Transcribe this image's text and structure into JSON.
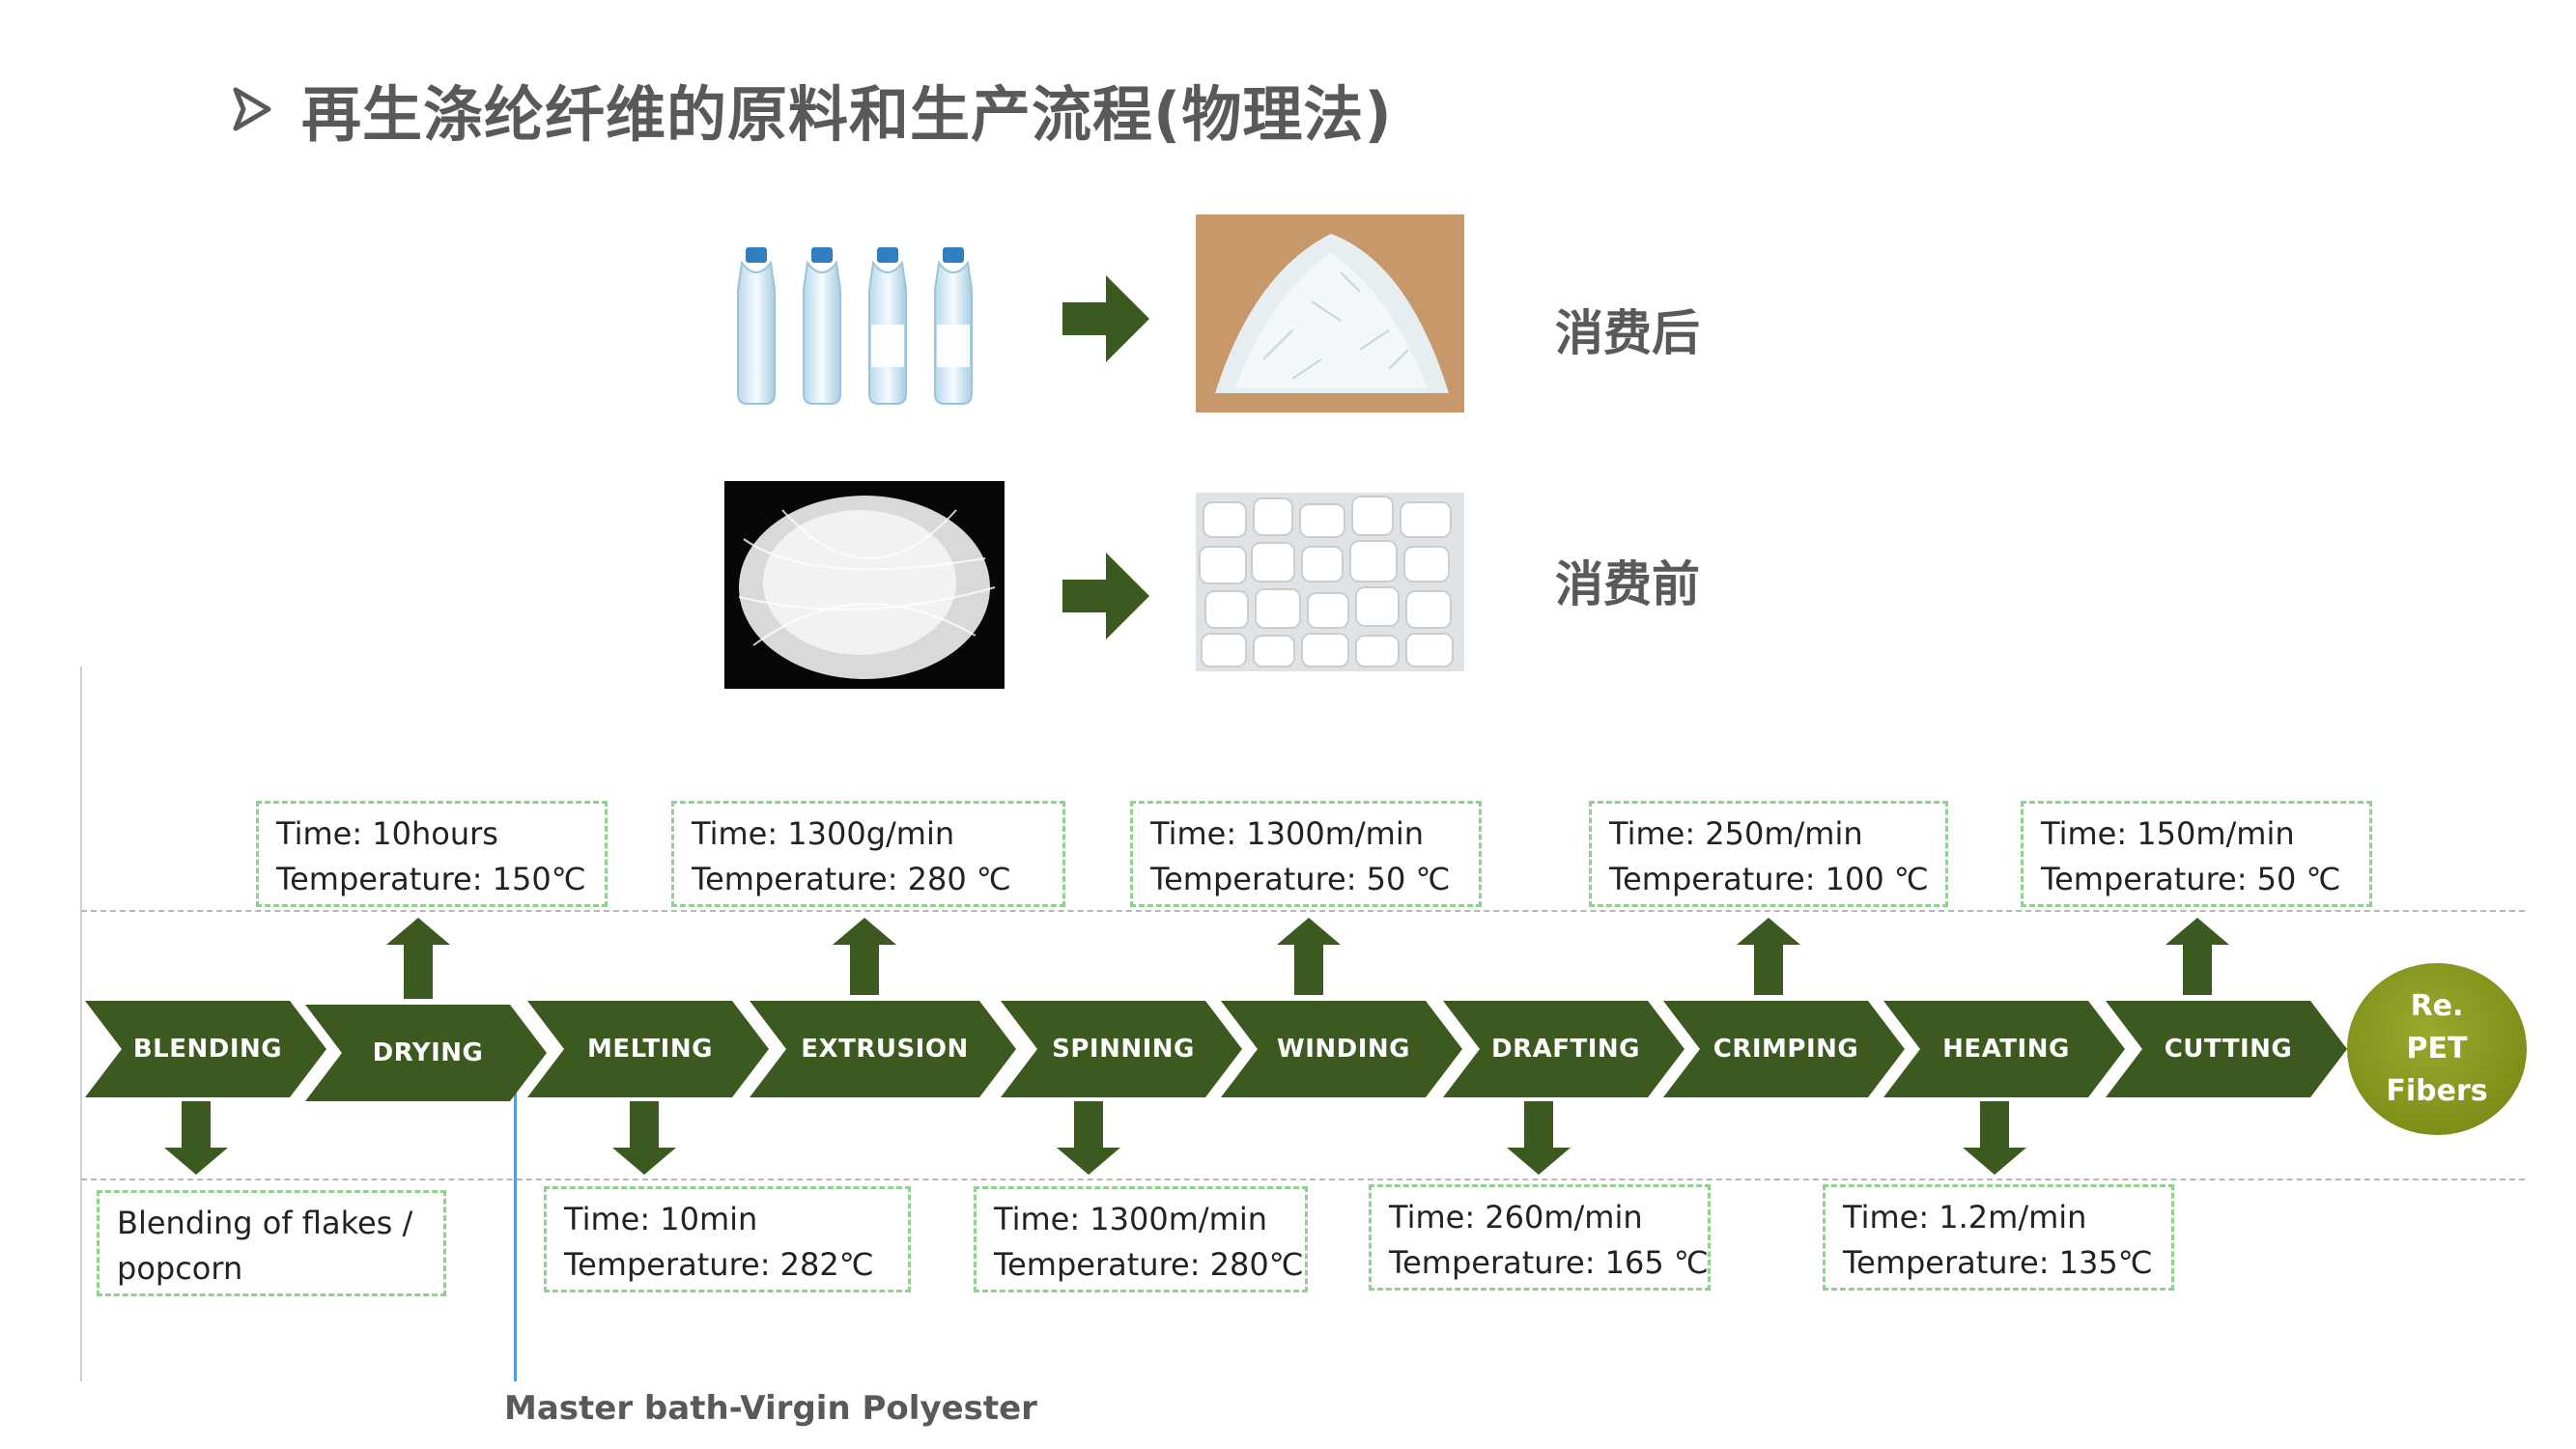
{
  "title": "再生涤纶纤维的原料和生产流程(物理法)",
  "materials": {
    "post_consumer_label": "消费后",
    "pre_consumer_label": "消费前"
  },
  "process_steps": [
    "BLENDING",
    "DRYING",
    "MELTING",
    "EXTRUSION",
    "SPINNING",
    "WINDING",
    "DRAFTING",
    "CRIMPING",
    "HEATING",
    "CUTTING"
  ],
  "end_product": {
    "line1": "Re.",
    "line2": "PET",
    "line3": "Fibers"
  },
  "top_notes": [
    {
      "line1": "Time: 10hours",
      "line2": "Temperature: 150℃"
    },
    {
      "line1": "Time: 1300g/min",
      "line2": "Temperature: 280 ℃"
    },
    {
      "line1": "Time: 1300m/min",
      "line2": "Temperature: 50 ℃"
    },
    {
      "line1": "Time: 250m/min",
      "line2": "Temperature: 100 ℃"
    },
    {
      "line1": "Time: 150m/min",
      "line2": "Temperature: 50 ℃"
    }
  ],
  "bottom_notes": [
    {
      "line1": "Blending of flakes /",
      "line2": "popcorn"
    },
    {
      "line1": "Time: 10min",
      "line2": "Temperature: 282℃"
    },
    {
      "line1": "Time: 1300m/min",
      "line2": "Temperature: 280℃"
    },
    {
      "line1": "Time: 260m/min",
      "line2": "Temperature: 165 ℃"
    },
    {
      "line1": "Time: 1.2m/min",
      "line2": "Temperature: 135℃"
    }
  ],
  "master_bath_label": "Master bath-Virgin Polyester",
  "colors": {
    "step_fill": "#3c5a1f",
    "arrow_fill": "#3c5a1f",
    "box_border": "#8fd18f",
    "title_text": "#595959",
    "accent_line": "#5b9bd5"
  }
}
